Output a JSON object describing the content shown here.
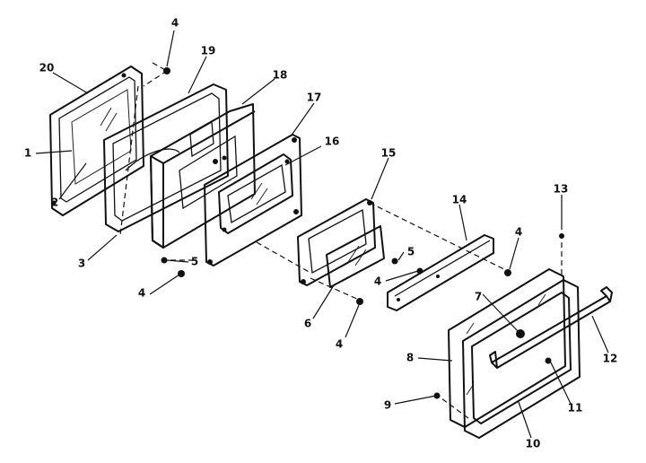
{
  "callouts": {
    "c1": "1",
    "c2": "2",
    "c3": "3",
    "c4a": "4",
    "c4b": "4",
    "c4c": "4",
    "c4d": "4",
    "c4e": "4",
    "c5a": "5",
    "c5b": "5",
    "c6": "6",
    "c7": "7",
    "c8": "8",
    "c9": "9",
    "c10": "10",
    "c11": "11",
    "c12": "12",
    "c13": "13",
    "c14": "14",
    "c15": "15",
    "c16": "16",
    "c17": "17",
    "c18": "18",
    "c19": "19",
    "c20": "20"
  }
}
